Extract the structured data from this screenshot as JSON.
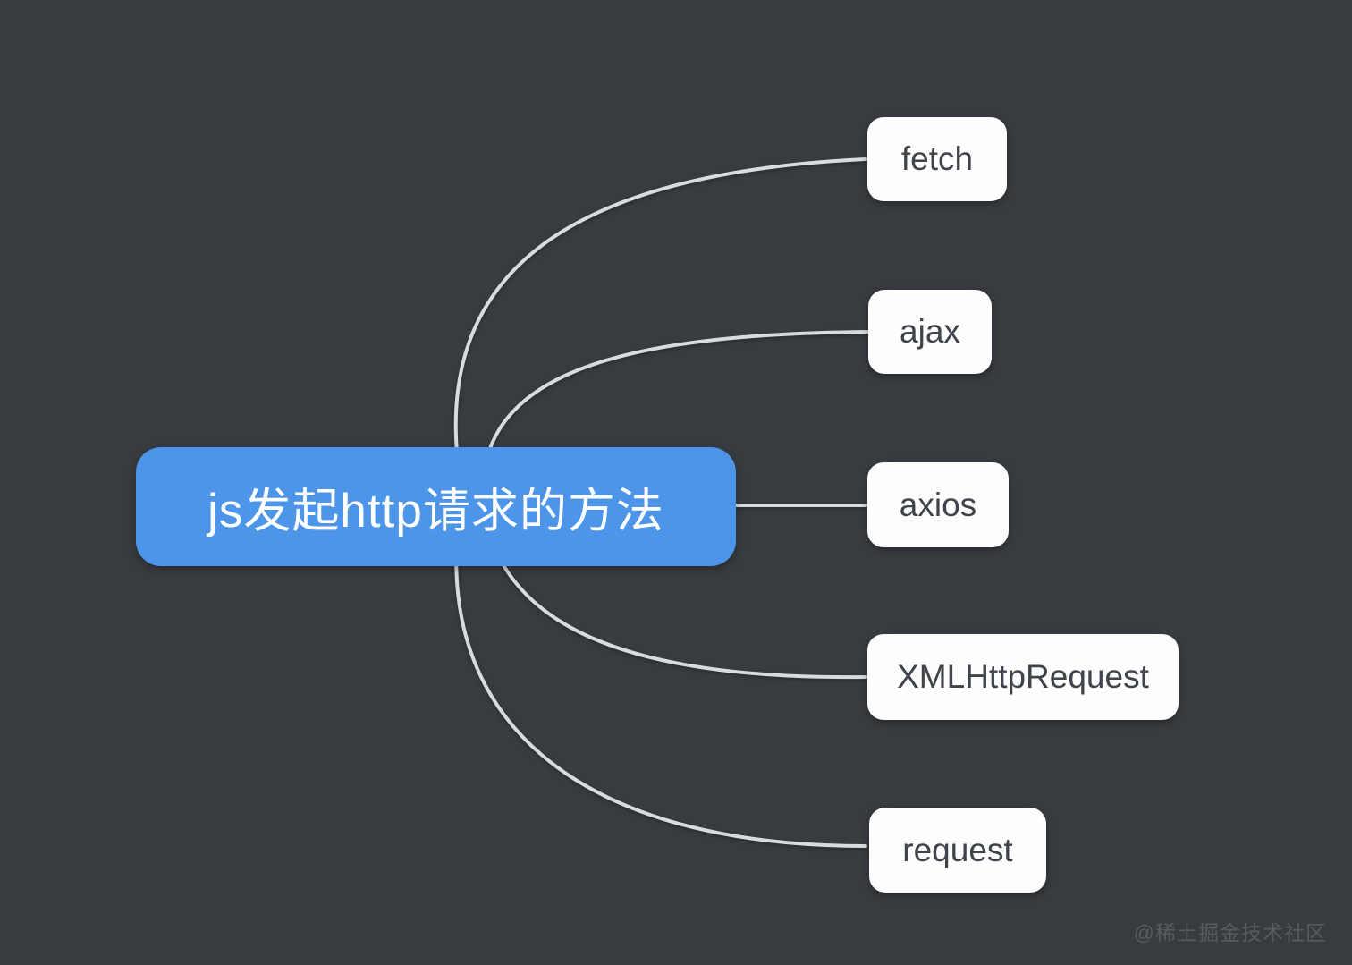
{
  "canvas": {
    "background": "#383c40",
    "watermark": "@稀土掘金技术社区"
  },
  "mindmap": {
    "root": {
      "label": "js发起http请求的方法",
      "fill": "#4d95e9",
      "text_color": "#ffffff"
    },
    "children": [
      {
        "label": "fetch"
      },
      {
        "label": "ajax"
      },
      {
        "label": "axios"
      },
      {
        "label": "XMLHttpRequest"
      },
      {
        "label": "request"
      }
    ],
    "edge_color": "#d9dbdc",
    "child_fill": "#fdfdfd",
    "child_text_color": "#3f444a"
  }
}
